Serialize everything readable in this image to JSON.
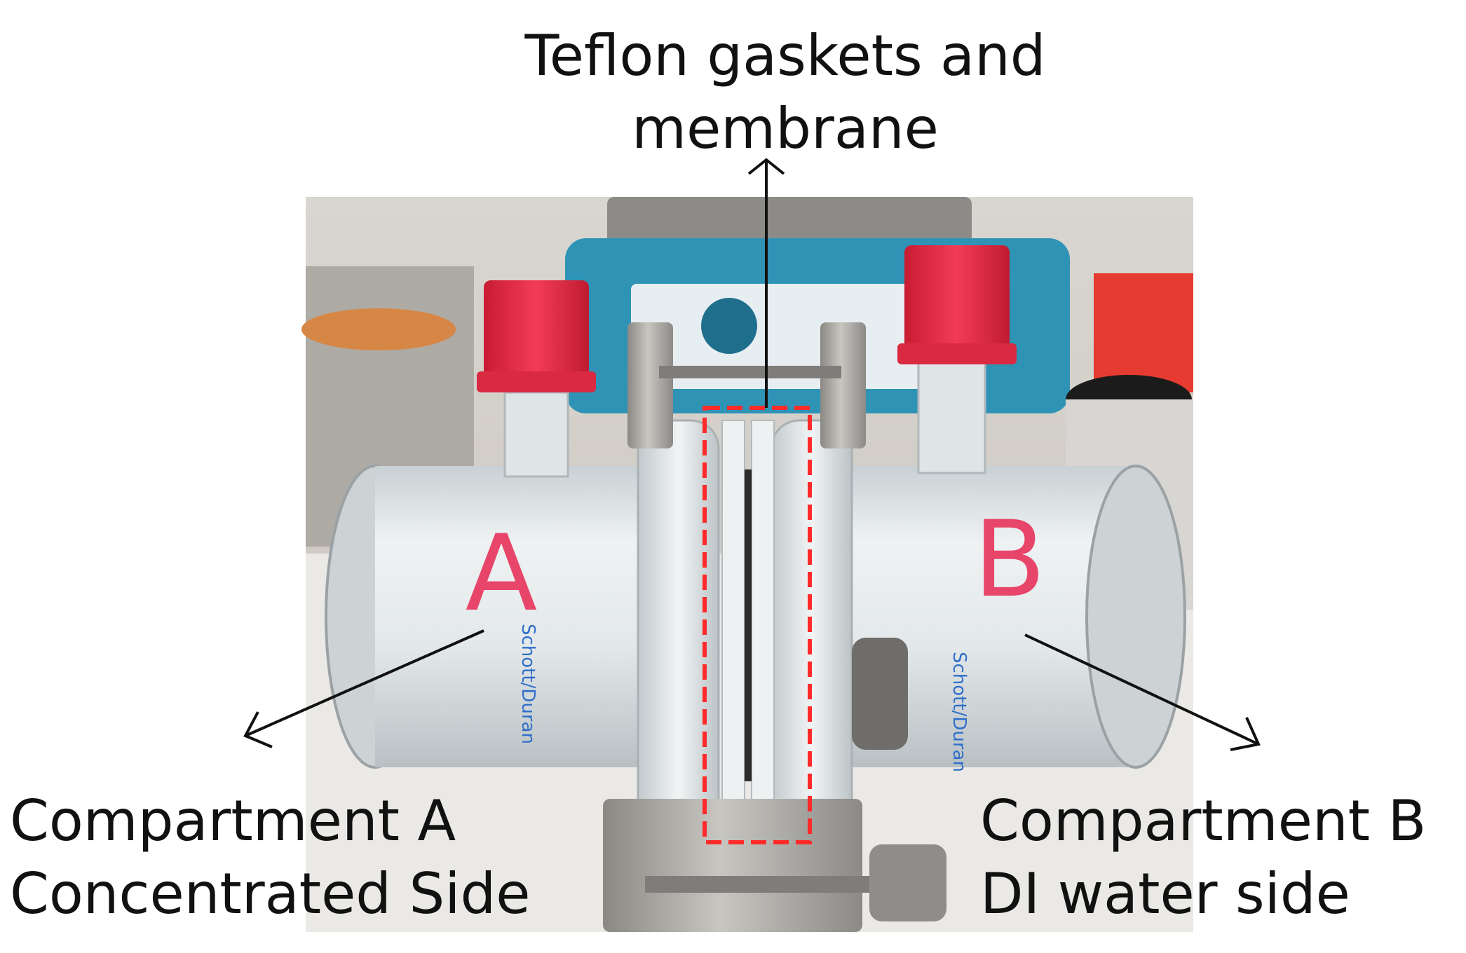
{
  "image": {
    "description_icon": "photo-icon",
    "colors": {
      "cap_red": "#e8243f",
      "annotation_box": "#ff2a2a",
      "glass": "#dfe6ea",
      "steel": "#9c9a96",
      "device_blue": "#2f93b5",
      "marker_pink": "#e8456a",
      "logo_blue": "#2f6fc9",
      "text": "#111111"
    }
  },
  "annotations": {
    "top": {
      "line1": "Teflon gaskets and",
      "line2": "membrane"
    },
    "left": {
      "line1": "Compartment A",
      "line2": "Concentrated Side"
    },
    "right": {
      "line1": "Compartment B",
      "line2": "DI water side"
    }
  },
  "cell_marks": {
    "a_letter": "A",
    "b_letter": "B",
    "logo": "Schott/Duran"
  }
}
